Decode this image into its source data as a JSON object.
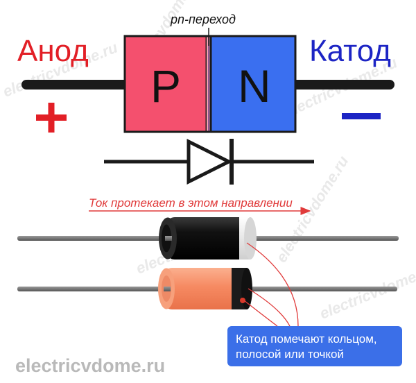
{
  "labels": {
    "junction": "pn-переход",
    "anode": "Анод",
    "cathode": "Катод",
    "p_region": "P",
    "n_region": "N",
    "plus": "+",
    "current_direction": "Ток протекает в этом направлении",
    "callout_line1": "Катод помечают кольцом,",
    "callout_line2": "полосой или точкой",
    "footer": "electricvdome.ru"
  },
  "watermark": "electricvdome.ru",
  "colors": {
    "anode": "#e21f26",
    "cathode": "#1c24c4",
    "p_region": "#f4506e",
    "n_region": "#3a6ff0",
    "wire": "#1a1a1a",
    "lead": "#6b6b6b",
    "diode_black_body": "#1b1b1b",
    "diode_orange_body": "#f68a62",
    "callout_bg": "#3b6fe8",
    "arrow": "#e03a3a",
    "footer": "#b9b9b9"
  },
  "icons": {
    "diode_symbol": "diode-schematic-icon",
    "current_arrow": "arrow-right-icon"
  }
}
